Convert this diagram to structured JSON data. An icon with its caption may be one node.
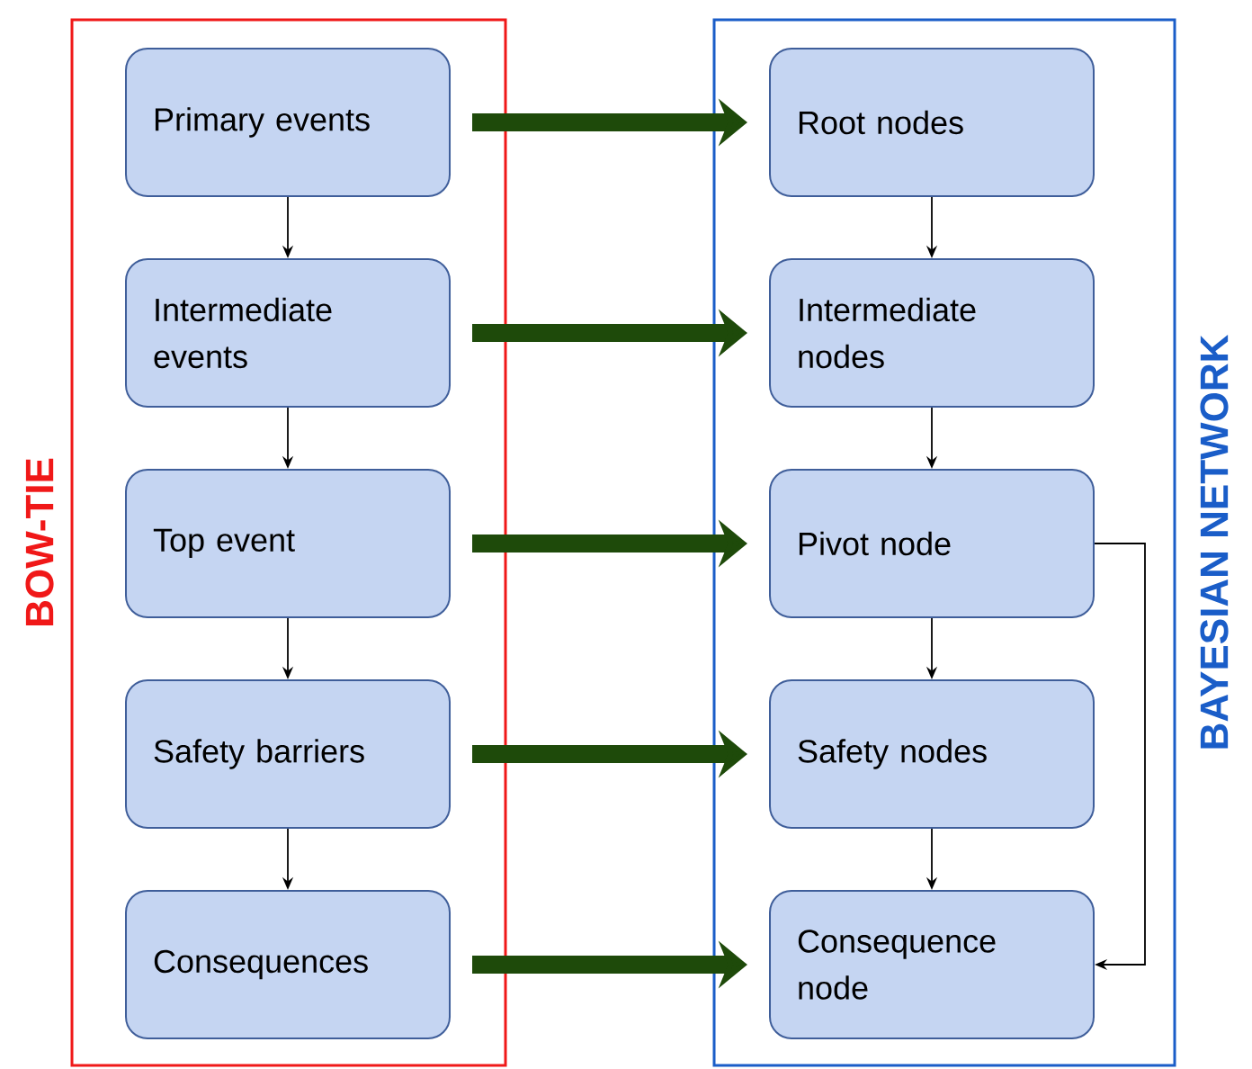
{
  "diagram": {
    "nodes": [
      {
        "text": [
          "BOW-TIE"
        ]
      },
      {
        "text": [
          "Primary events"
        ],
        "in": 0
      },
      {
        "text": [
          "Intermediate events"
        ],
        "in": 0
      },
      {
        "text": [
          "Top event"
        ],
        "in": 0
      },
      {
        "text": [
          "Safety barriers"
        ],
        "in": 0
      },
      {
        "text": [
          "Consequences"
        ],
        "in": 0
      },
      {
        "text": [
          "BAYESIAN NETWORK"
        ]
      },
      {
        "text": [
          "Root nodes"
        ],
        "in": 6
      },
      {
        "text": [
          "Intermediate nodes"
        ],
        "in": 6
      },
      {
        "text": [
          "Pivot node"
        ],
        "in": 6
      },
      {
        "text": [
          "Safety nodes"
        ],
        "in": 6
      },
      {
        "text": [
          "Consequence node"
        ],
        "in": 6
      }
    ],
    "edges": [
      {
        "from": 1,
        "to": 2,
        "arrow": "to"
      },
      {
        "from": 2,
        "to": 3,
        "arrow": "to"
      },
      {
        "from": 3,
        "to": 4,
        "arrow": "to"
      },
      {
        "from": 4,
        "to": 5,
        "arrow": "to"
      },
      {
        "from": 7,
        "to": 8,
        "arrow": "to"
      },
      {
        "from": 8,
        "to": 9,
        "arrow": "to"
      },
      {
        "from": 9,
        "to": 10,
        "arrow": "to"
      },
      {
        "from": 10,
        "to": 11,
        "arrow": "to"
      },
      {
        "from": 9,
        "to": 11,
        "arrow": "to"
      },
      {
        "from": 1,
        "to": 7,
        "arrow": "to",
        "style": "thick",
        "color": "#1e4a0a"
      },
      {
        "from": 2,
        "to": 8,
        "arrow": "to",
        "style": "thick",
        "color": "#1e4a0a"
      },
      {
        "from": 3,
        "to": 9,
        "arrow": "to",
        "style": "thick",
        "color": "#1e4a0a"
      },
      {
        "from": 4,
        "to": 10,
        "arrow": "to",
        "style": "thick",
        "color": "#1e4a0a"
      },
      {
        "from": 5,
        "to": 11,
        "arrow": "to",
        "style": "thick",
        "color": "#1e4a0a"
      }
    ]
  }
}
